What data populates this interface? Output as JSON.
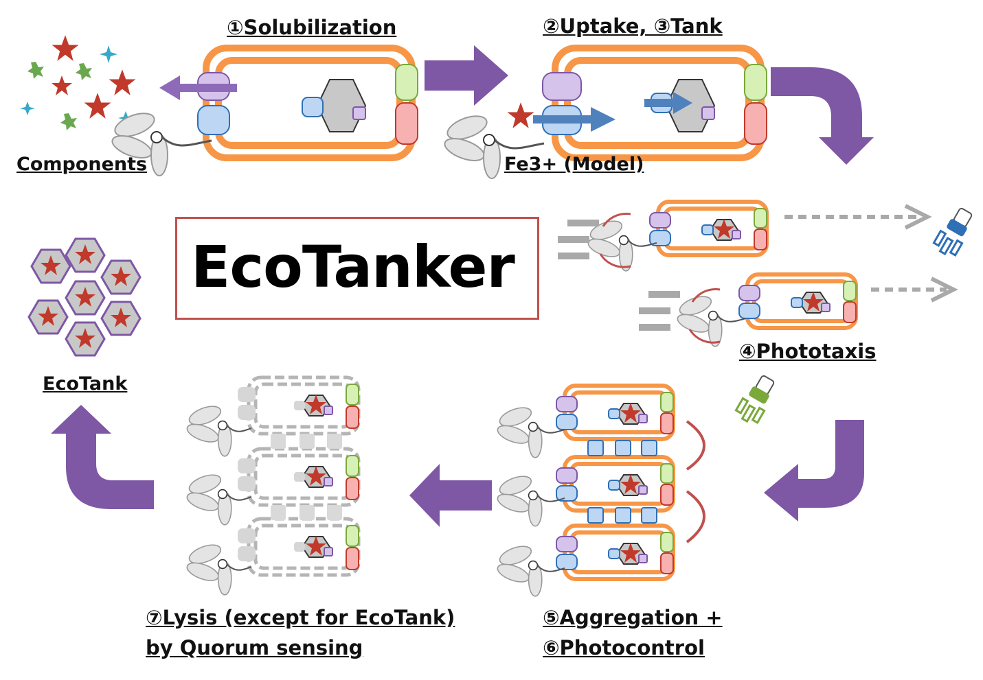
{
  "title": "EcoTanker",
  "labels": {
    "solubilization": "①Solubilization",
    "uptake_tank": "②Uptake, ③Tank",
    "components": "Components",
    "fe3_model": "Fe3+ (Model)",
    "phototaxis": "④Phototaxis",
    "ecotank": "EcoTank",
    "aggregation_line1": "⑤Aggregation +",
    "aggregation_line2": "⑥Photocontrol",
    "lysis_line1": "⑦Lysis (except for EcoTank)",
    "lysis_line2": "by Quorum sensing"
  },
  "colors": {
    "membrane": "#f79646",
    "flow_arrow": "#7e57a5",
    "transporter": "#bcd6f3",
    "exporter": "#d5c3ec",
    "green_cap": "#d7f0b6",
    "red_cap": "#f7b1b1",
    "star": "#c0392b",
    "title_border": "#c0504d",
    "light_blue": "#2f6fb6",
    "light_green": "#7aa83a"
  }
}
